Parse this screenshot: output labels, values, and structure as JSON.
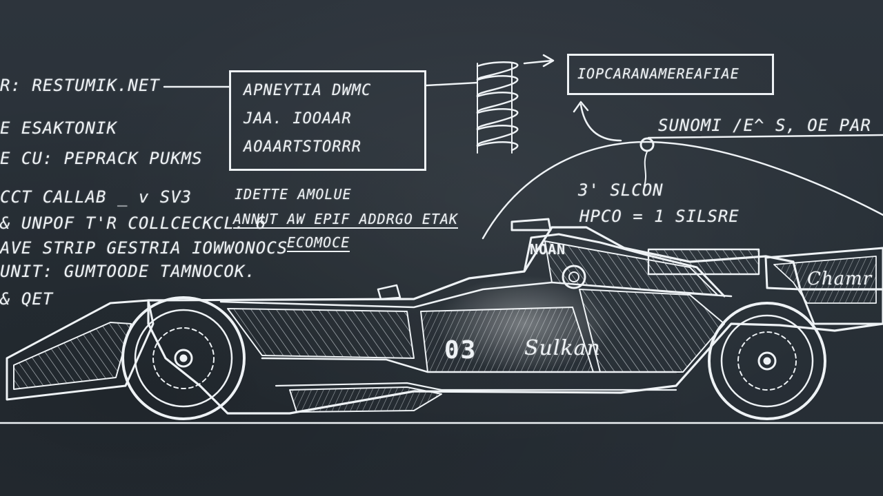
{
  "notes_left": [
    "R: RESTUMIK.NET",
    "E ESAKTONIK",
    "E CU: PEPRACK PUKMS",
    "CCT CALLAB _ v SV3",
    "& UNPOF T'R COLLCECKCL. 6",
    "AVE STRIP GESTRIA IOWWONOCS",
    "UNIT: GUMTOODE TAMNOCOK.",
    "& QET"
  ],
  "box_main": {
    "lines": [
      "APNEYTIA DWMC",
      "JAA. IOOAAR",
      "AOAARTSTORRR"
    ]
  },
  "box_top_right": "IOPCARANAMEREAFIAE",
  "formula_top": "SUNOMI /E^   S, OE PAR",
  "formula_mid_1": "3' SLCON",
  "formula_mid_2": "HPCO = 1 SILSRE",
  "center_notes": {
    "line1": "IDETTE AMOLUE",
    "line2": "ANNUT AW EPIF ADDRGO ETAK",
    "line3": "ECOMOCE"
  },
  "car": {
    "number": "03",
    "sidepod_script": "Sulkan",
    "cockpit_label": "NOAN",
    "wing_script": "Chamr"
  },
  "colors": {
    "chalk": "#eef2f5",
    "board": "#2a3139"
  }
}
